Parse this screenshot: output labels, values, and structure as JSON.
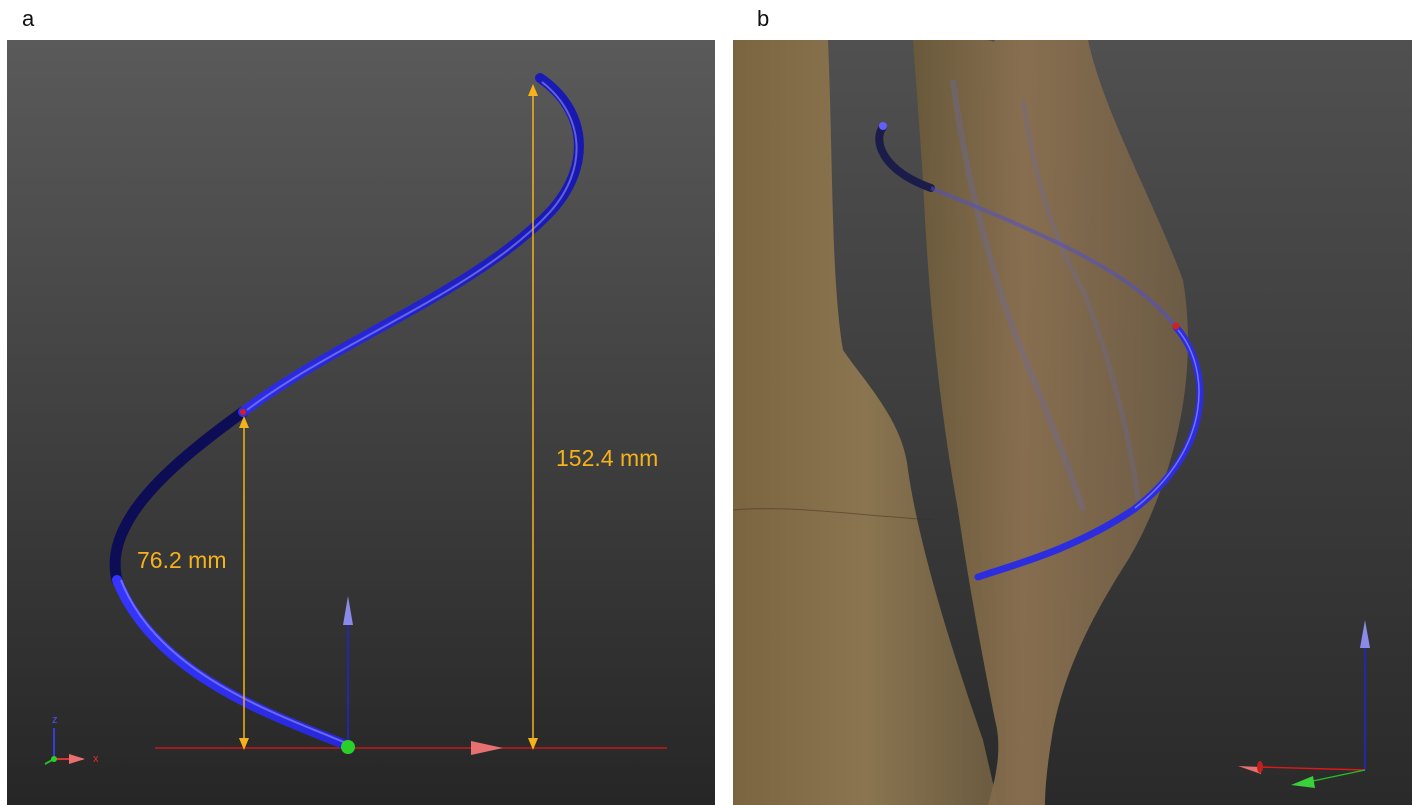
{
  "panels": {
    "a": {
      "label": "a"
    },
    "b": {
      "label": "b"
    }
  },
  "measurements": {
    "full_height": "152.4 mm",
    "half_height": "76.2 mm"
  },
  "axis_triad": {
    "z_label": "z",
    "x_label": "x"
  },
  "colors": {
    "measurement": "#f5b21a",
    "helix": "#2323d8",
    "x_axis": "#e01818",
    "y_axis": "#22c022",
    "z_axis": "#2424cc",
    "viewport_bg_top": "#555555",
    "viewport_bg_bottom": "#2a2a2a"
  }
}
